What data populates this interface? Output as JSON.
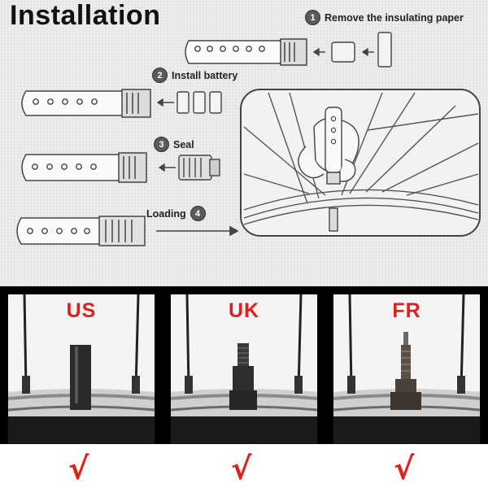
{
  "title": "Installation",
  "steps": [
    {
      "number": "1",
      "label": "Remove the insulating paper"
    },
    {
      "number": "2",
      "label": "Install battery"
    },
    {
      "number": "3",
      "label": "Seal"
    },
    {
      "number": "4",
      "label": "Loading"
    }
  ],
  "valves": [
    {
      "label": "US",
      "check": "√"
    },
    {
      "label": "UK",
      "check": "√"
    },
    {
      "label": "FR",
      "check": "√"
    }
  ],
  "colors": {
    "accent": "#e0201c",
    "background": "#ececec",
    "dark": "#000000"
  }
}
